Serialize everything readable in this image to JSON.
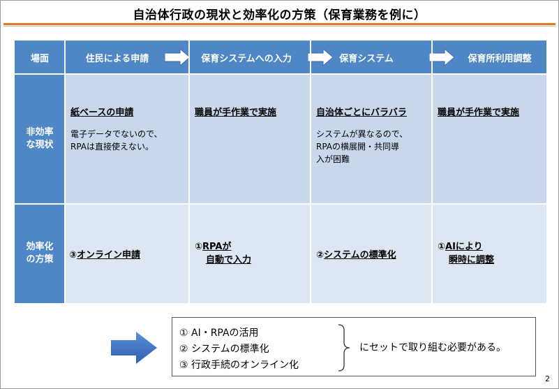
{
  "title": "自治体行政の現状と効率化の方策（保育業務を例に）",
  "header": {
    "corner": "場面",
    "columns": [
      "住民による申請",
      "保育システムへの入力",
      "保育システム",
      "保育所利用調整"
    ]
  },
  "rows": {
    "inefficiency": {
      "label_line1": "非効率",
      "label_line2": "な現状",
      "cells": [
        {
          "heading": "紙ベースの申請",
          "body_line1": "電子データでないので、",
          "body_line2": "RPAは直接使えない。",
          "body_line3": ""
        },
        {
          "heading": "職員が手作業で実施",
          "body_line1": "",
          "body_line2": "",
          "body_line3": ""
        },
        {
          "heading": "自治体ごとにバラバラ",
          "body_line1": "システムが異なるので、",
          "body_line2": "RPAの横展開・共同導",
          "body_line3": "入が困難"
        },
        {
          "heading": "職員が手作業で実施",
          "body_line1": "",
          "body_line2": "",
          "body_line3": ""
        }
      ]
    },
    "measures": {
      "label_line1": "効率化",
      "label_line2": "の方策",
      "cells": [
        {
          "num": "③",
          "line1": "オンライン申請",
          "line2": ""
        },
        {
          "num": "①",
          "line1": "RPAが",
          "line2": "自動で入力"
        },
        {
          "num": "②",
          "line1": "システムの標準化",
          "line2": ""
        },
        {
          "num": "①",
          "line1": "AIにより",
          "line2": "瞬時に調整"
        }
      ]
    }
  },
  "summary": {
    "items": [
      "①  AI・RPAの活用",
      "②  システムの標準化",
      "③  行政手続のオンライン化"
    ],
    "result": "にセットで取り組む必要がある。"
  },
  "page_number": "2",
  "colors": {
    "header_blue": "#4f86c6",
    "row1_bg": "#c9d7ec",
    "row2_bg": "#dde6f3",
    "accent_orange": "#e07a2b",
    "arrow_blue": "#3f73c5"
  }
}
